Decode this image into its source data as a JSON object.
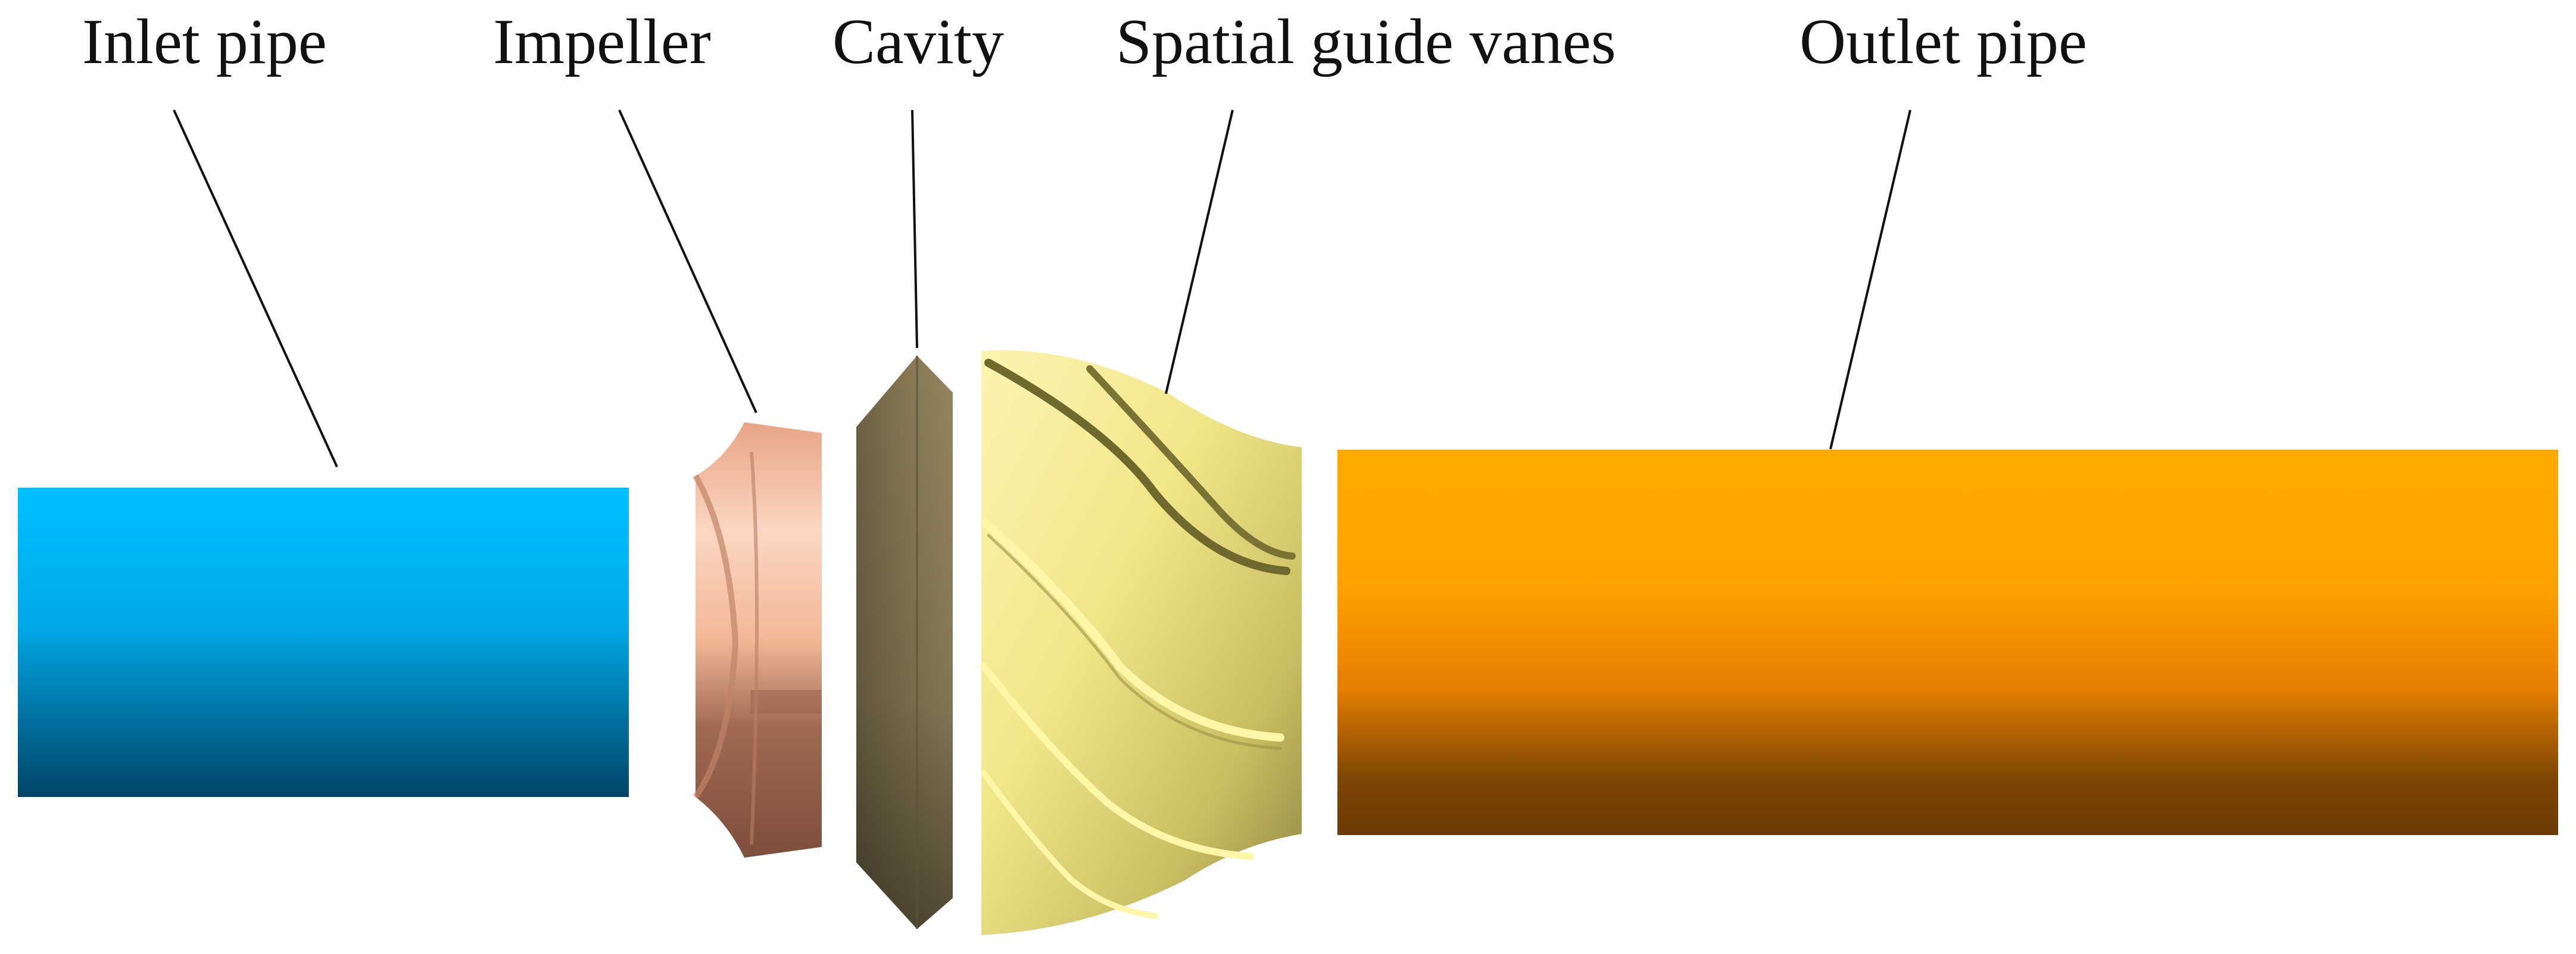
{
  "labels": {
    "inlet_pipe": "Inlet pipe",
    "impeller": "Impeller",
    "cavity": "Cavity",
    "spatial_guide_vanes": "Spatial guide vanes",
    "outlet_pipe": "Outlet pipe"
  },
  "colors": {
    "inlet_pipe_top": "#00BFFF",
    "inlet_pipe_bottom": "#00456A",
    "impeller_light": "#FCD2BC",
    "impeller_dark": "#8C5A45",
    "cavity_light": "#8E7F58",
    "cavity_dark": "#4A4230",
    "guide_vanes_light": "#F8F0A0",
    "guide_vanes_dark": "#8E8A40",
    "outlet_pipe_top": "#FFA800",
    "outlet_pipe_bottom": "#6E3C02"
  }
}
